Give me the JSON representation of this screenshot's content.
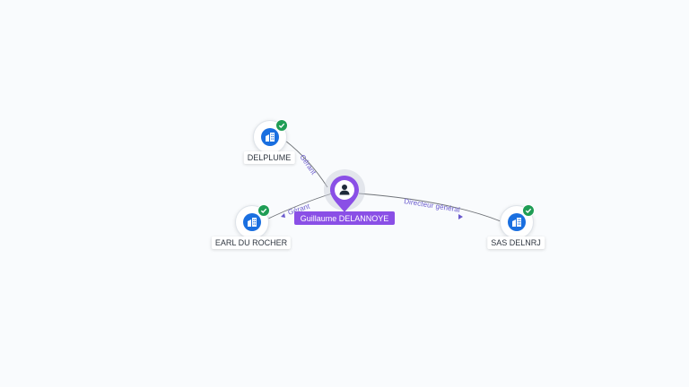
{
  "graph": {
    "center": {
      "name": "Guillaume DELANNOYE",
      "icon": "person-icon",
      "color": "#8a4fe6"
    },
    "companies": [
      {
        "name": "DELPLUME",
        "icon": "building-icon",
        "verified": true,
        "status_icon": "check-icon"
      },
      {
        "name": "EARL DU ROCHER",
        "icon": "building-icon",
        "verified": true,
        "status_icon": "check-icon"
      },
      {
        "name": "SAS DELNRJ",
        "icon": "building-icon",
        "verified": true,
        "status_icon": "check-icon"
      }
    ],
    "relations": [
      {
        "to": "DELPLUME",
        "label": "Gérant"
      },
      {
        "to": "EARL DU ROCHER",
        "label": "Gérant"
      },
      {
        "to": "SAS DELNRJ",
        "label": "Directeur général"
      }
    ],
    "colors": {
      "company": "#1a6fe0",
      "verified": "#1f9d55",
      "relation_text": "#6a5acd",
      "edge": "#6f7378"
    }
  }
}
